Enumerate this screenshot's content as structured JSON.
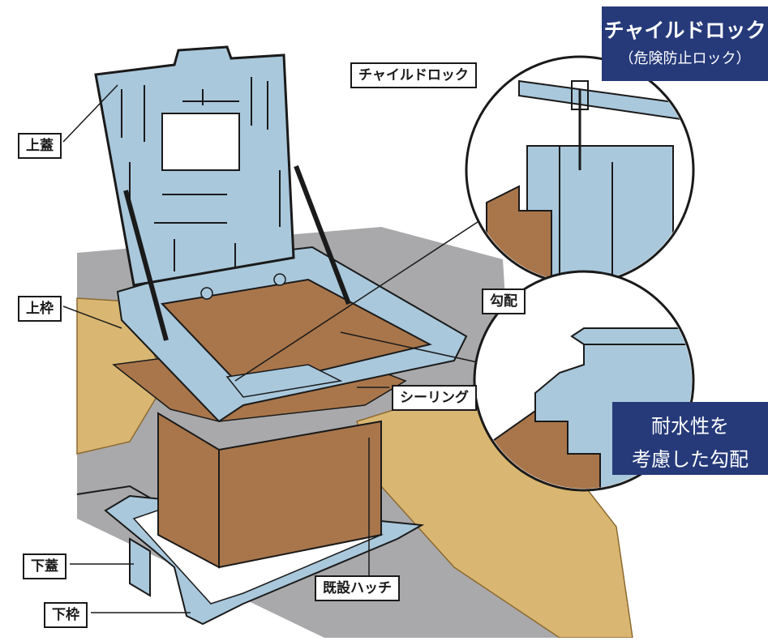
{
  "labels": {
    "top_lid": "上蓋",
    "top_frame": "上枠",
    "bottom_lid": "下蓋",
    "bottom_frame": "下枠",
    "child_lock": "チャイルドロック",
    "slope": "勾配",
    "sealing": "シーリング",
    "existing_hatch": "既設ハッチ"
  },
  "banners": {
    "child_lock_title": "チャイルドロック",
    "child_lock_subtitle": "（危険防止ロック）",
    "waterproof_line1": "耐水性を",
    "waterproof_line2": "考慮した勾配"
  },
  "colors": {
    "hatch_blue": "#a9c8dc",
    "outline": "#1a1a1a",
    "roof_gray": "#a9a9ab",
    "beam_tan": "#d9b772",
    "box_brown": "#a9764b",
    "banner_navy": "#263a7a"
  }
}
